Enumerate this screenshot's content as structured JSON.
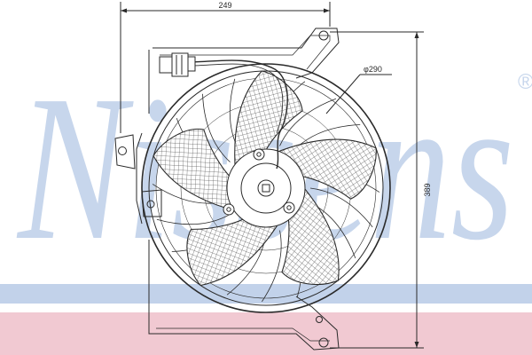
{
  "watermark": {
    "text": "Nissens",
    "registered_mark": "®",
    "color": "#c7d6ec",
    "band_color": "#c2d2ea",
    "bottom_band_color": "#f1c9d2"
  },
  "dimensions": {
    "width_label": "249",
    "diameter_label": "φ290",
    "height_label": "389"
  },
  "drawing": {
    "line_color": "#2a2a2a",
    "blade_count": 5
  }
}
